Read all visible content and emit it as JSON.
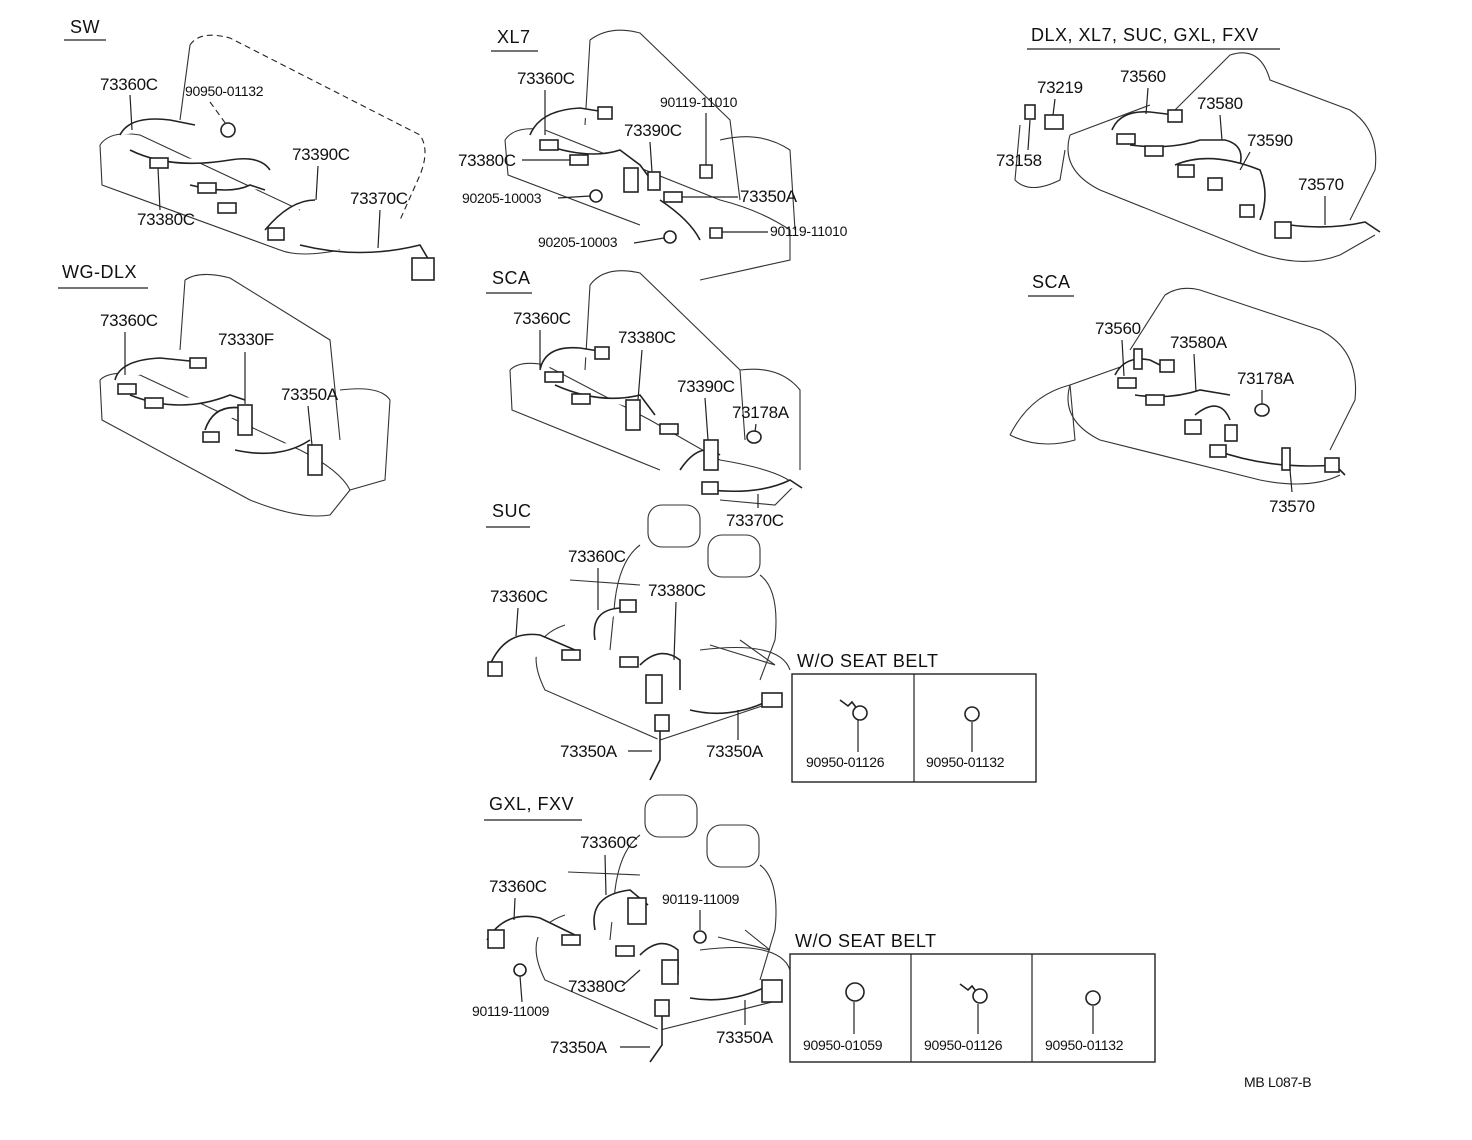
{
  "diagram": {
    "footer_code": "MB  L087-B",
    "sections": {
      "sw": {
        "title": "SW",
        "labels": [
          "73360C",
          "90950-01132",
          "73390C",
          "73380C",
          "73370C"
        ]
      },
      "wg_dlx": {
        "title": "WG-DLX",
        "labels": [
          "73360C",
          "73330F",
          "73350A"
        ]
      },
      "xl7": {
        "title": "XL7",
        "labels": [
          "73360C",
          "90119-11010",
          "73390C",
          "73380C",
          "90205-10003",
          "73350A",
          "90119-11010",
          "90205-10003"
        ]
      },
      "sca_mid": {
        "title": "SCA",
        "labels": [
          "73360C",
          "73380C",
          "73390C",
          "73178A",
          "73370C"
        ]
      },
      "suc": {
        "title": "SUC",
        "labels": [
          "73360C",
          "73360C",
          "73380C",
          "73350A",
          "73350A"
        ],
        "wo_title": "W/O SEAT  BELT",
        "wo_parts": [
          "90950-01126",
          "90950-01132"
        ]
      },
      "gxl_fxv": {
        "title": "GXL, FXV",
        "labels": [
          "73360C",
          "73360C",
          "90119-11009",
          "73380C",
          "90119-11009",
          "73350A",
          "73350A"
        ],
        "wo_title": "W/O SEAT  BELT",
        "wo_parts": [
          "90950-01059",
          "90950-01126",
          "90950-01132"
        ]
      },
      "dlx_group": {
        "title": "DLX, XL7, SUC, GXL, FXV",
        "labels": [
          "73219",
          "73560",
          "73580",
          "73158",
          "73590",
          "73570"
        ]
      },
      "sca_right": {
        "title": "SCA",
        "labels": [
          "73560",
          "73580A",
          "73178A",
          "73570"
        ]
      }
    }
  }
}
